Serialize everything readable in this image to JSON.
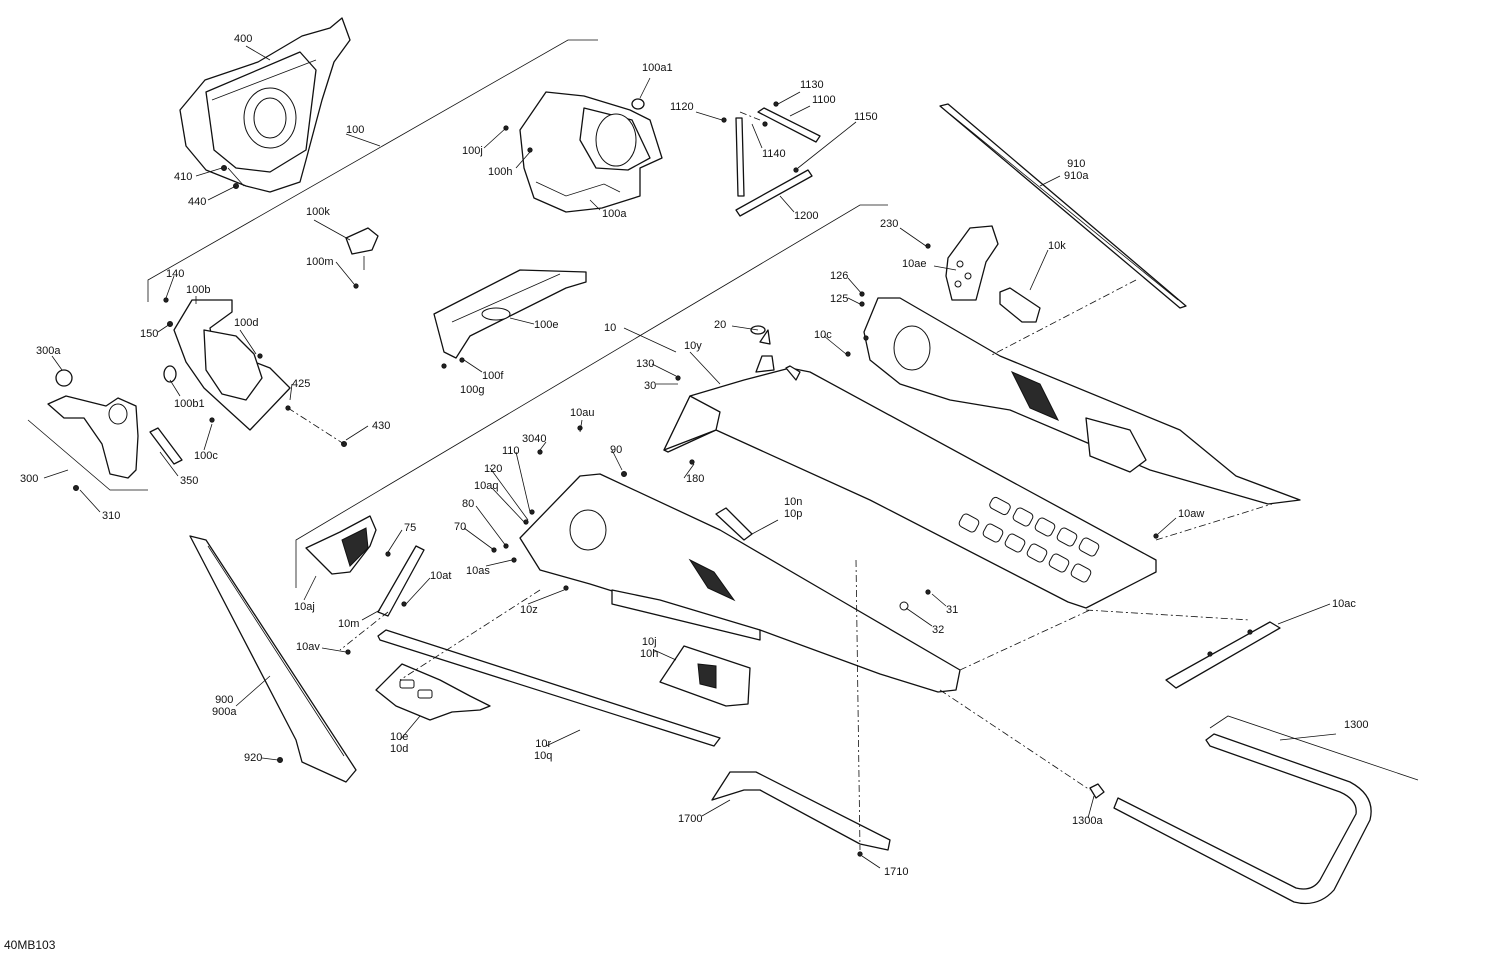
{
  "figure_id": "40MB103",
  "labels": [
    {
      "id": "400",
      "text": "400"
    },
    {
      "id": "100",
      "text": "100"
    },
    {
      "id": "410",
      "text": "410"
    },
    {
      "id": "440",
      "text": "440"
    },
    {
      "id": "100a1",
      "text": "100a1"
    },
    {
      "id": "100j",
      "text": "100j"
    },
    {
      "id": "100h",
      "text": "100h"
    },
    {
      "id": "100a",
      "text": "100a"
    },
    {
      "id": "1120",
      "text": "1120"
    },
    {
      "id": "1130",
      "text": "1130"
    },
    {
      "id": "1100",
      "text": "1100"
    },
    {
      "id": "1150",
      "text": "1150"
    },
    {
      "id": "1140",
      "text": "1140"
    },
    {
      "id": "1200",
      "text": "1200"
    },
    {
      "id": "910",
      "text": "910\n910a"
    },
    {
      "id": "100k",
      "text": "100k"
    },
    {
      "id": "100m",
      "text": "100m"
    },
    {
      "id": "230",
      "text": "230"
    },
    {
      "id": "10ae",
      "text": "10ae"
    },
    {
      "id": "10k",
      "text": "10k"
    },
    {
      "id": "126",
      "text": "126"
    },
    {
      "id": "125",
      "text": "125"
    },
    {
      "id": "140",
      "text": "140"
    },
    {
      "id": "100b",
      "text": "100b"
    },
    {
      "id": "150",
      "text": "150"
    },
    {
      "id": "100d",
      "text": "100d"
    },
    {
      "id": "100e",
      "text": "100e"
    },
    {
      "id": "10",
      "text": "10"
    },
    {
      "id": "20",
      "text": "20"
    },
    {
      "id": "10c",
      "text": "10c"
    },
    {
      "id": "300a",
      "text": "300a"
    },
    {
      "id": "100f",
      "text": "100f"
    },
    {
      "id": "100g",
      "text": "100g"
    },
    {
      "id": "130",
      "text": "130"
    },
    {
      "id": "10y",
      "text": "10y"
    },
    {
      "id": "30",
      "text": "30"
    },
    {
      "id": "425",
      "text": "425"
    },
    {
      "id": "100b1",
      "text": "100b1"
    },
    {
      "id": "430",
      "text": "430"
    },
    {
      "id": "10au",
      "text": "10au"
    },
    {
      "id": "3040",
      "text": "3040"
    },
    {
      "id": "110",
      "text": "110"
    },
    {
      "id": "90",
      "text": "90"
    },
    {
      "id": "100c",
      "text": "100c"
    },
    {
      "id": "300",
      "text": "300"
    },
    {
      "id": "350",
      "text": "350"
    },
    {
      "id": "120",
      "text": "120"
    },
    {
      "id": "180",
      "text": "180"
    },
    {
      "id": "10aq",
      "text": "10aq"
    },
    {
      "id": "310",
      "text": "310"
    },
    {
      "id": "80",
      "text": "80"
    },
    {
      "id": "10n",
      "text": "10n\n10p"
    },
    {
      "id": "10aw",
      "text": "10aw"
    },
    {
      "id": "75",
      "text": "75"
    },
    {
      "id": "70",
      "text": "70"
    },
    {
      "id": "10at",
      "text": "10at"
    },
    {
      "id": "10as",
      "text": "10as"
    },
    {
      "id": "10aj",
      "text": "10aj"
    },
    {
      "id": "10z",
      "text": "10z"
    },
    {
      "id": "31",
      "text": "31"
    },
    {
      "id": "10ac",
      "text": "10ac"
    },
    {
      "id": "10m",
      "text": "10m"
    },
    {
      "id": "32",
      "text": "32"
    },
    {
      "id": "10av",
      "text": "10av"
    },
    {
      "id": "10j",
      "text": "10j\n10h"
    },
    {
      "id": "900",
      "text": "900\n900a"
    },
    {
      "id": "1300",
      "text": "1300"
    },
    {
      "id": "10e",
      "text": "10e\n10d"
    },
    {
      "id": "10r",
      "text": "10r\n10q"
    },
    {
      "id": "920",
      "text": "920"
    },
    {
      "id": "1700",
      "text": "1700"
    },
    {
      "id": "1300a",
      "text": "1300a"
    },
    {
      "id": "1710",
      "text": "1710"
    }
  ]
}
